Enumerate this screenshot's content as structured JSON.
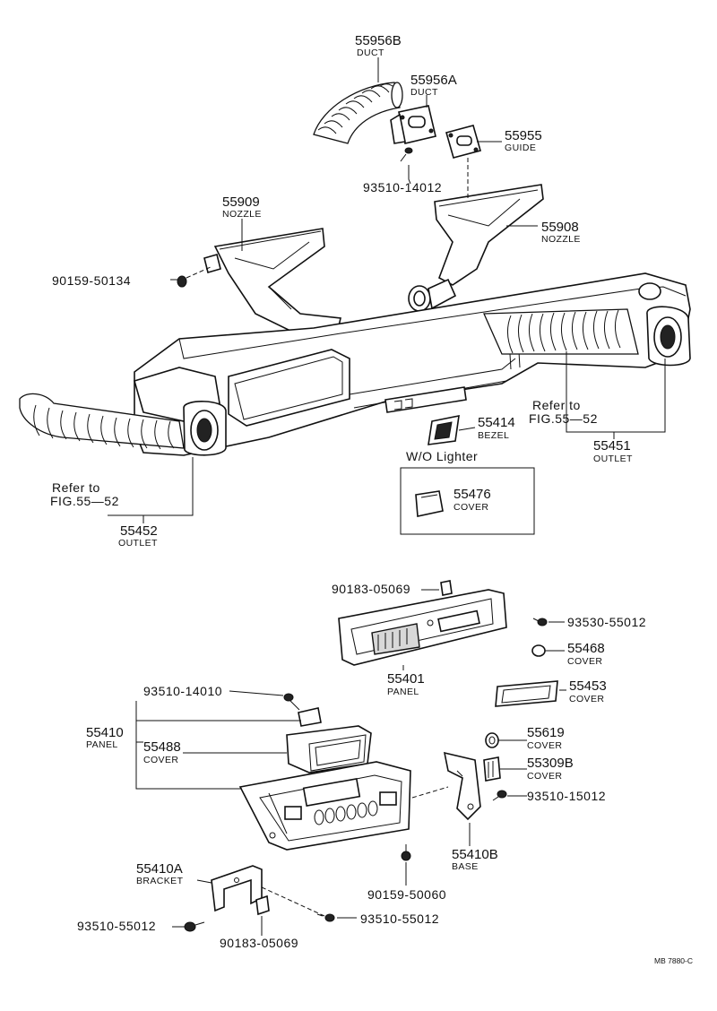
{
  "diagram": {
    "labels": [
      {
        "number": "55956B",
        "name": "DUCT"
      },
      {
        "number": "55956A",
        "name": "DUCT"
      },
      {
        "number": "55955",
        "name": "GUIDE"
      },
      {
        "number": "93510-14012",
        "name": ""
      },
      {
        "number": "55909",
        "name": "NOZZLE"
      },
      {
        "number": "55908",
        "name": "NOZZLE"
      },
      {
        "number": "90159-50134",
        "name": ""
      },
      {
        "number": "55414",
        "name": "BEZEL"
      },
      {
        "number": "55451",
        "name": "OUTLET"
      },
      {
        "number": "55452",
        "name": "OUTLET"
      },
      {
        "number": "55476",
        "name": "COVER"
      },
      {
        "number": "90183-05069",
        "name": ""
      },
      {
        "number": "93530-55012",
        "name": ""
      },
      {
        "number": "55468",
        "name": "COVER"
      },
      {
        "number": "55401",
        "name": "PANEL"
      },
      {
        "number": "55453",
        "name": "COVER"
      },
      {
        "number": "93510-14010",
        "name": ""
      },
      {
        "number": "55410",
        "name": "PANEL"
      },
      {
        "number": "55488",
        "name": "COVER"
      },
      {
        "number": "55619",
        "name": "COVER"
      },
      {
        "number": "55309B",
        "name": "COVER"
      },
      {
        "number": "93510-15012",
        "name": ""
      },
      {
        "number": "55410B",
        "name": "BASE"
      },
      {
        "number": "55410A",
        "name": "BRACKET"
      },
      {
        "number": "90159-50060",
        "name": ""
      },
      {
        "number": "93510-55012",
        "name": ""
      },
      {
        "number": "90183-05069",
        "name": ""
      },
      {
        "number": "93510-55012",
        "name": ""
      }
    ],
    "refer_right": {
      "line1": "Refer to",
      "line2": "FIG.55—52"
    },
    "refer_left": {
      "line1": "Refer to",
      "line2": "FIG.55—52"
    },
    "lighter_box_title": "W/O  Lighter",
    "drawing_code": "MB 7880-C"
  }
}
